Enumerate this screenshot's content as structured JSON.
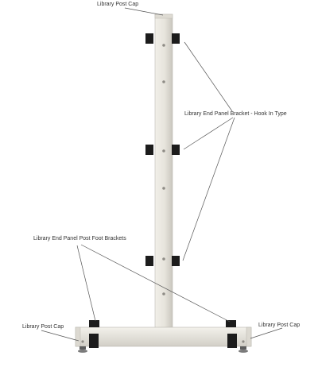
{
  "labels": {
    "top_post_cap": "Library Post Cap",
    "end_panel_bracket": "Library End Panel Bracket - Hook In Type",
    "foot_brackets": "Library End Panel Post Foot Brackets",
    "left_post_cap": "Library Post Cap",
    "right_post_cap": "Library Post Cap"
  },
  "colors": {
    "post": "#e7e4dc",
    "post_shade": "#cfccc4",
    "bracket": "#1c1c1c",
    "leader_line": "#555555",
    "text": "#333333"
  }
}
